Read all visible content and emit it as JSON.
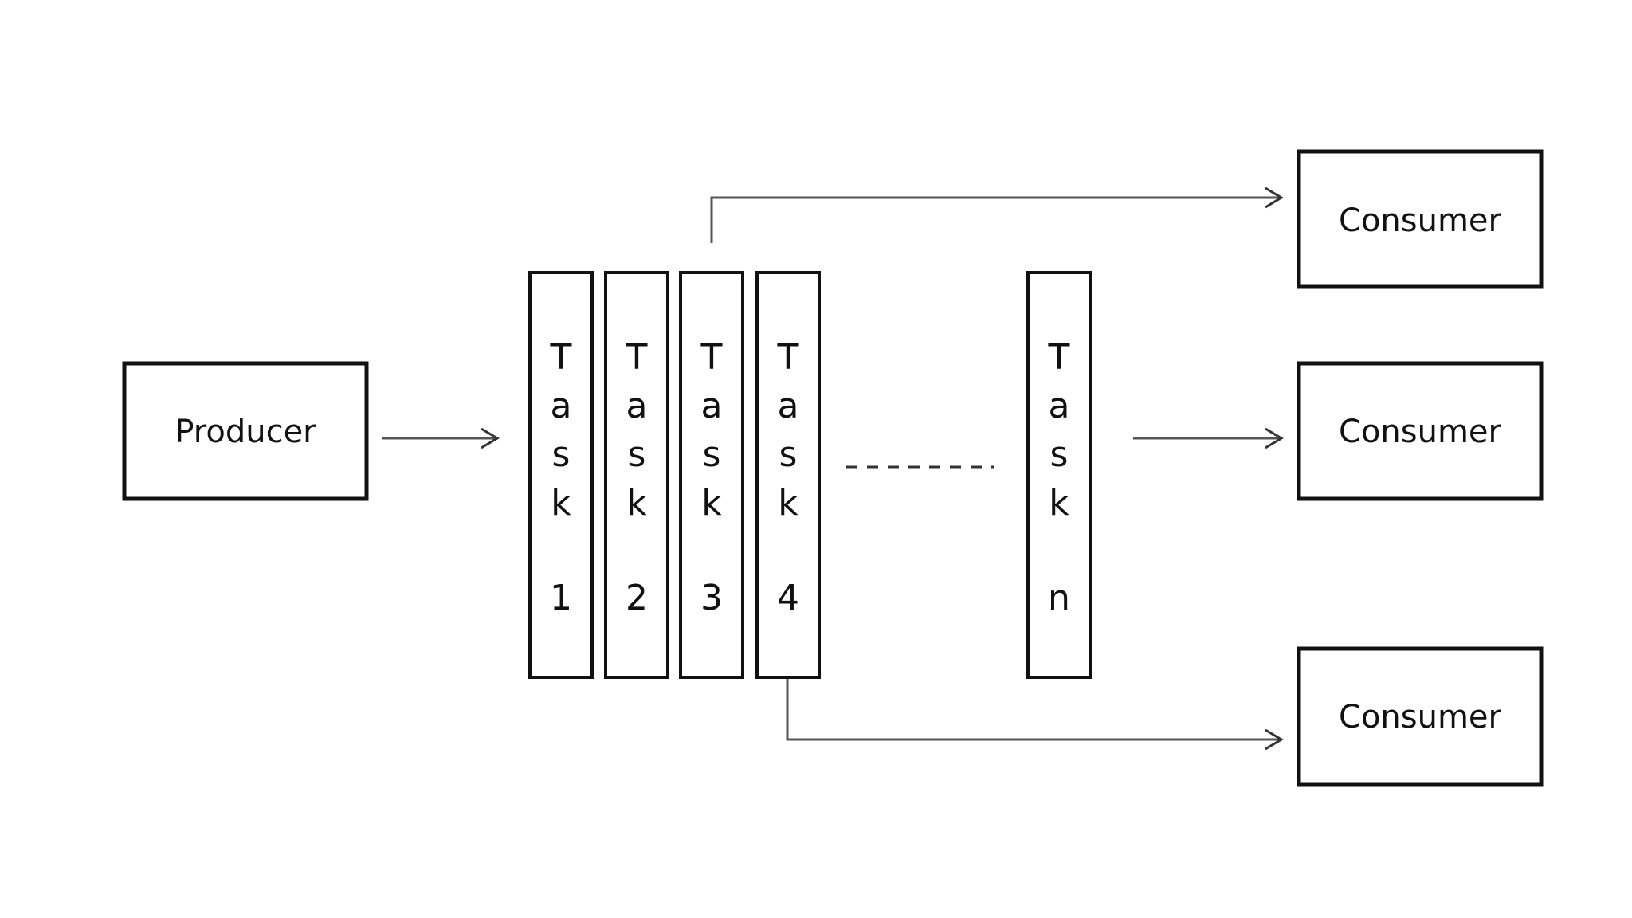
{
  "diagram": {
    "producer": {
      "label": "Producer"
    },
    "tasks": [
      {
        "label": "Task",
        "number": "1"
      },
      {
        "label": "Task",
        "number": "2"
      },
      {
        "label": "Task",
        "number": "3"
      },
      {
        "label": "Task",
        "number": "4"
      },
      {
        "label": "Task",
        "number": "n"
      }
    ],
    "consumers": [
      {
        "label": "Consumer"
      },
      {
        "label": "Consumer"
      },
      {
        "label": "Consumer"
      }
    ]
  }
}
